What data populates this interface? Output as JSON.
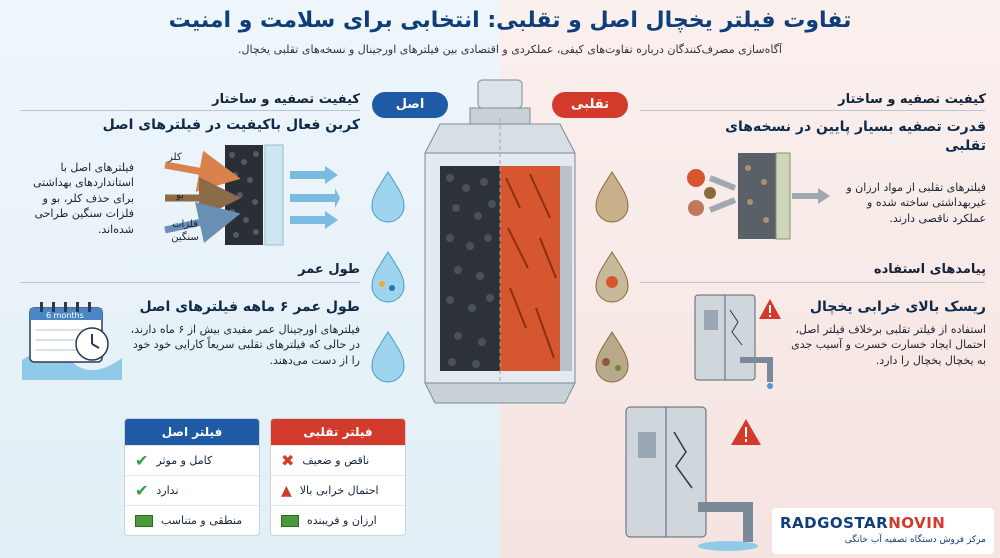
{
  "title": "تفاوت فیلتر یخچال اصل و تقلبی: انتخابی برای سلامت و امنیت",
  "subtitle": "آگاه‌سازی مصرف‌کنندگان درباره تفاوت‌های کیفی، عملکردی و اقتصادی بین فیلترهای اورجینال و نسخه‌های تقلبی یخچال.",
  "left": {
    "pill": "اصل",
    "quality_heading": "کیفیت تصفیه و ساختار",
    "carbon_heading": "کربن فعال باکیفیت در فیلترهای اصل",
    "carbon_text": "فیلترهای اصل با استانداردهای بهداشتی برای حذف کلر، بو و فلزات سنگین طراحی شده‌اند.",
    "label_chlorine": "کلر",
    "label_odor": "بو",
    "label_metals": "فلزات سنگین",
    "life_heading": "طول عمر",
    "life_title": "طول عمر ۶ ماهه فیلترهای اصل",
    "life_text": "فیلترهای اورجینال عمر مفیدی بیش از ۶ ماه دارند، در حالی که فیلترهای تقلبی سریعاً کارایی خود خود را از دست می‌دهند.",
    "calendar_label": "6 months"
  },
  "right": {
    "pill": "تقلبی",
    "quality_heading": "کیفیت تصفیه و ساختار",
    "low_heading": "قدرت تصفیه بسیار پایین در نسخه‌های تقلبی",
    "low_text": "فیلترهای تقلبی از مواد ارزان و غیربهداشتی ساخته شده و عملکرد ناقصی دارند.",
    "consequence_heading": "پیامدهای استفاده",
    "risk_title": "ریسک بالای خرابی یخچال",
    "risk_text": "استفاده از فیلتر تقلبی برخلاف فیلتر اصل، احتمال ایجاد خسارت خسرت و آسیب جدی به یخچال یخچال را دارد."
  },
  "compare_original": {
    "caption": "فیلتر اصل",
    "rows": [
      "کامل و موثر",
      "ندارد",
      "منطقی و متناسب"
    ]
  },
  "compare_fake": {
    "caption": "فیلتر تقلبی",
    "rows": [
      "ناقص و ضعیف",
      "احتمال خرابی بالا",
      "ارزان و فریبنده"
    ]
  },
  "logo": {
    "brand_a": "RADGOSTAR",
    "brand_b": "NOVIN",
    "tagline": "مرکز فروش دستگاه تصفیه آب خانگی"
  },
  "colors": {
    "original": "#1f5aa6",
    "fake": "#d23b2c",
    "check": "#2f9e44",
    "warn": "#d23b2c"
  }
}
